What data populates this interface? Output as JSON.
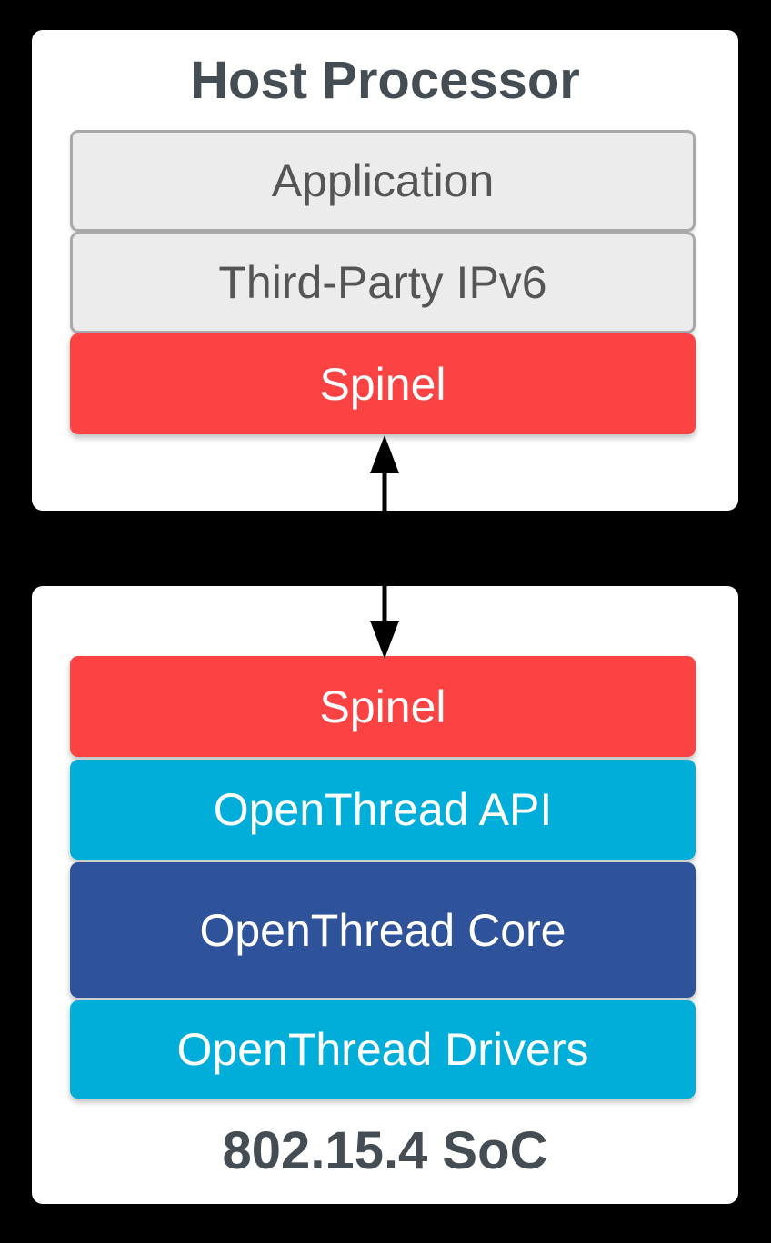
{
  "background_color": "#000000",
  "host_card": {
    "title": "Host Processor",
    "blocks": [
      {
        "label": "Application",
        "style": "gray"
      },
      {
        "label": "Third-Party IPv6",
        "style": "gray"
      },
      {
        "label": "Spinel",
        "style": "red"
      }
    ]
  },
  "soc_card": {
    "title": "802.15.4 SoC",
    "blocks": [
      {
        "label": "Spinel",
        "style": "red"
      },
      {
        "label": "OpenThread API",
        "style": "cyan"
      },
      {
        "label": "OpenThread Core",
        "style": "blue"
      },
      {
        "label": "OpenThread Drivers",
        "style": "cyan"
      }
    ]
  },
  "connector": {
    "type": "bidirectional-arrow",
    "color": "#000000"
  },
  "colors": {
    "card_background": "#FFFFFF",
    "title_text": "#454D54",
    "gray_block_fill": "#ECECEC",
    "gray_block_border": "#A9A9A9",
    "gray_block_text": "#555555",
    "spinel_red": "#FB4343",
    "openthread_cyan": "#00AED9",
    "openthread_core_blue": "#2F539B",
    "block_text_on_color": "#FFFFFF"
  }
}
